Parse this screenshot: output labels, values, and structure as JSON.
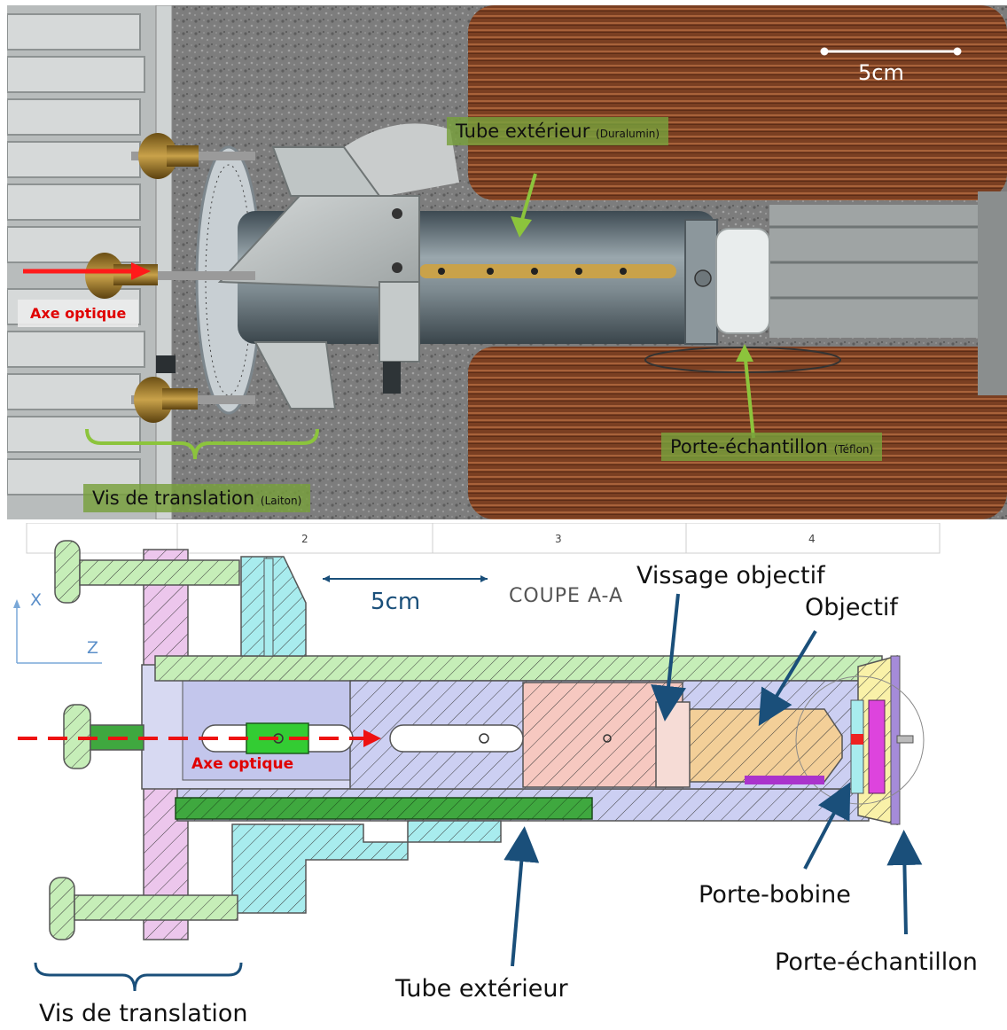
{
  "photo": {
    "scale_label": "5cm",
    "labels": {
      "tube_exterieur": "Tube extérieur",
      "tube_exterieur_material": "(Duralumin)",
      "axe_optique": "Axe optique",
      "porte_echantillon": "Porte-échantillon",
      "porte_echantillon_material": "(Téflon)",
      "vis_translation": "Vis de translation",
      "vis_translation_material": "(Laiton)"
    },
    "colors": {
      "label_box": "#7ea03c",
      "arrow_green": "#8cc43c",
      "arrow_red": "#ff1a1a",
      "coil_copper": "#8a4a2a"
    }
  },
  "drawing": {
    "ruler_numbers": [
      "2",
      "3",
      "4"
    ],
    "section_title": "COUPE A-A",
    "scale_label": "5cm",
    "axis_x": "X",
    "axis_z": "Z",
    "labels": {
      "vissage_objectif": "Vissage objectif",
      "objectif": "Objectif",
      "axe_optique": "Axe optique",
      "porte_bobine": "Porte-bobine",
      "porte_echantillon": "Porte-échantillon",
      "tube_exterieur": "Tube extérieur",
      "vis_translation": "Vis de translation"
    },
    "colors": {
      "pointer_arrow": "#1a4f7a",
      "axis_dashed": "#ee1111"
    }
  }
}
